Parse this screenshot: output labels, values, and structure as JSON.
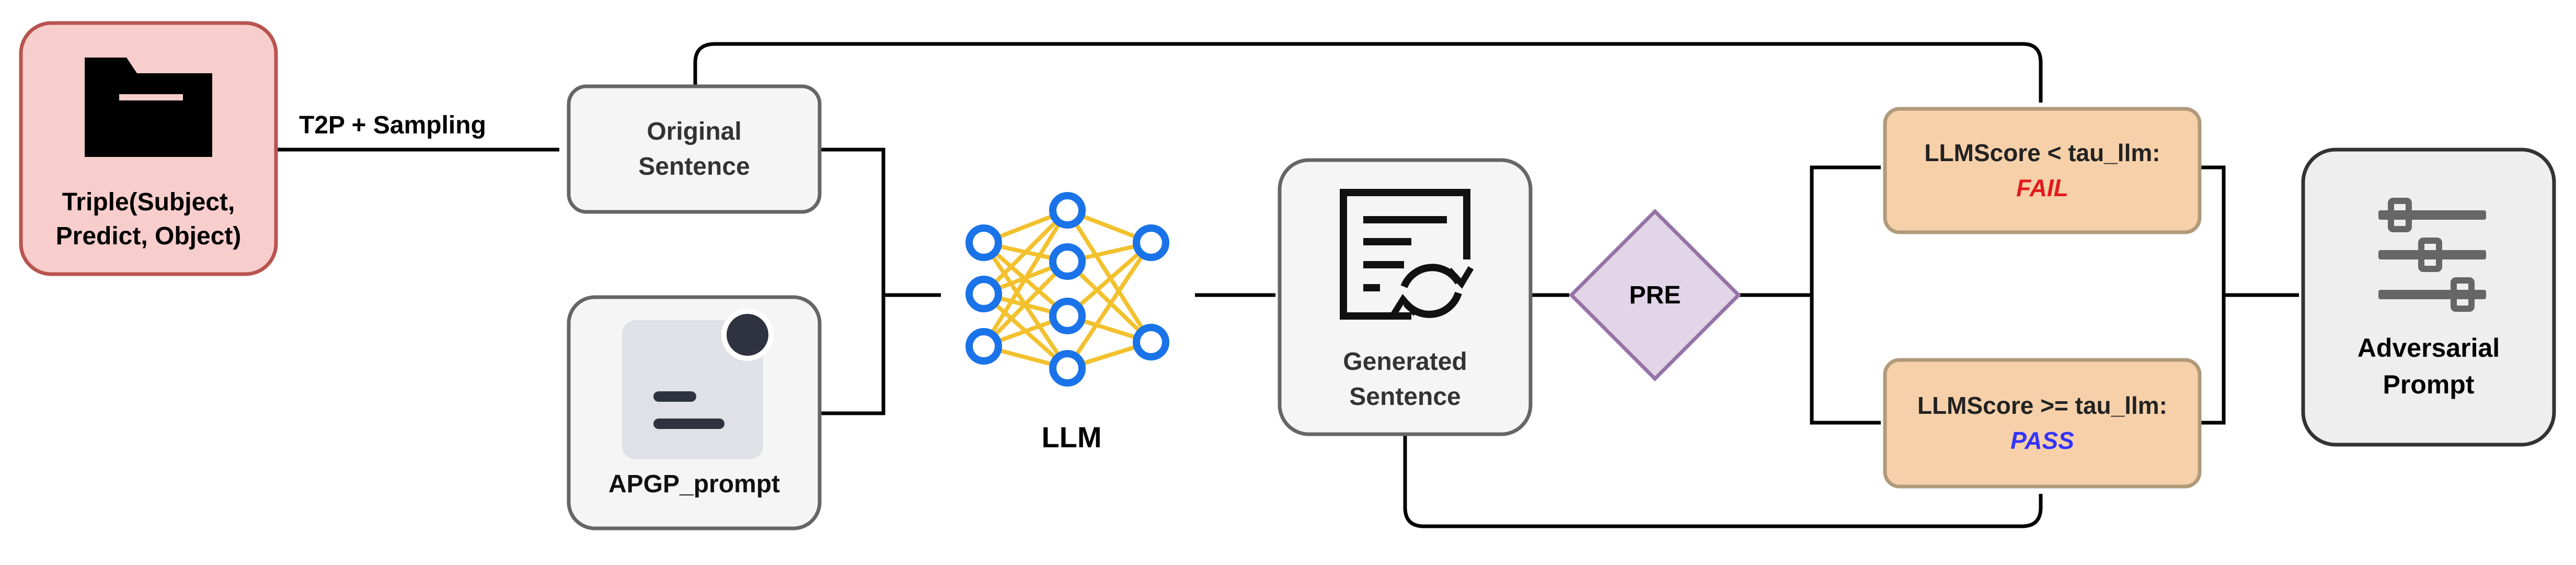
{
  "diagram": {
    "triple": {
      "line1": "Triple(Subject,",
      "line2": "Predict, Object)",
      "icon": "folder-icon"
    },
    "edge_t2p": "T2P + Sampling",
    "original_sentence": {
      "line1": "Original",
      "line2": "Sentence"
    },
    "apgp_prompt": {
      "label": "APGP_prompt",
      "icon": "prompt-app-icon"
    },
    "llm": {
      "label": "LLM",
      "icon": "neural-network-icon"
    },
    "generated_sentence": {
      "line1": "Generated",
      "line2": "Sentence",
      "icon": "document-refresh-icon"
    },
    "pre": "PRE",
    "fail_box": {
      "line1": "LLMScore < tau_llm:",
      "status": "FAIL"
    },
    "pass_box": {
      "line1": "LLMScore >= tau_llm:",
      "status": "PASS"
    },
    "adversarial": {
      "line1": "Adversarial",
      "line2": "Prompt",
      "icon": "sliders-icon"
    },
    "colors": {
      "triple_fill": "#f8cecc",
      "triple_stroke": "#b85450",
      "gray_fill": "#f5f5f5",
      "gray_stroke": "#666666",
      "score_fill": "#f5d0a9",
      "score_stroke": "#b09a7a",
      "pre_fill": "#e1d5e7",
      "pre_stroke": "#9673a6",
      "adv_fill": "#eeeeee",
      "adv_stroke": "#333333",
      "fail_text": "#e31a1c",
      "pass_text": "#3333ff",
      "nn_blue": "#1a73e8",
      "nn_gold": "#f2c12e"
    }
  }
}
